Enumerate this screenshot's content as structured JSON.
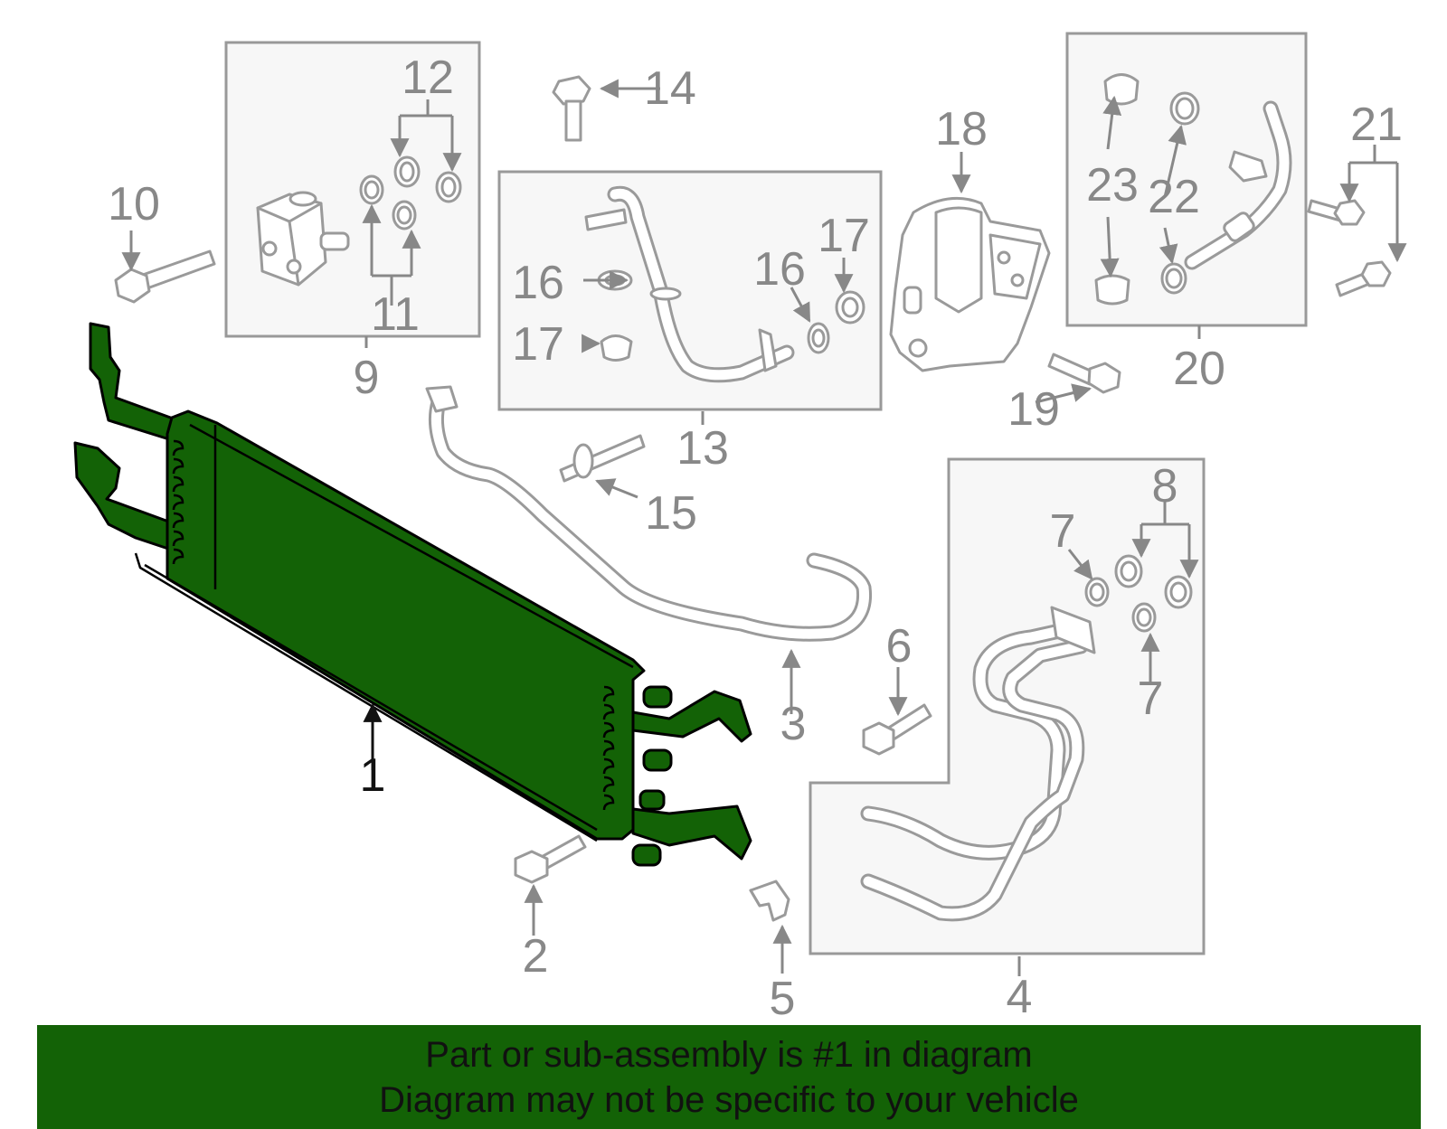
{
  "callouts": {
    "c1": "1",
    "c2": "2",
    "c3": "3",
    "c4": "4",
    "c5": "5",
    "c6": "6",
    "c7a": "7",
    "c7b": "7",
    "c8": "8",
    "c9": "9",
    "c10": "10",
    "c11": "11",
    "c12": "12",
    "c13": "13",
    "c14": "14",
    "c15": "15",
    "c16a": "16",
    "c16b": "16",
    "c17a": "17",
    "c17b": "17",
    "c18": "18",
    "c19": "19",
    "c20": "20",
    "c21": "21",
    "c22": "22",
    "c23": "23"
  },
  "banner": {
    "line1": "Part or sub-assembly is #1 in diagram",
    "line2": "Diagram may not be specific to your vehicle"
  },
  "colors": {
    "highlight": "#136206",
    "line_art": "#9a9a9a",
    "background": "#ffffff"
  }
}
